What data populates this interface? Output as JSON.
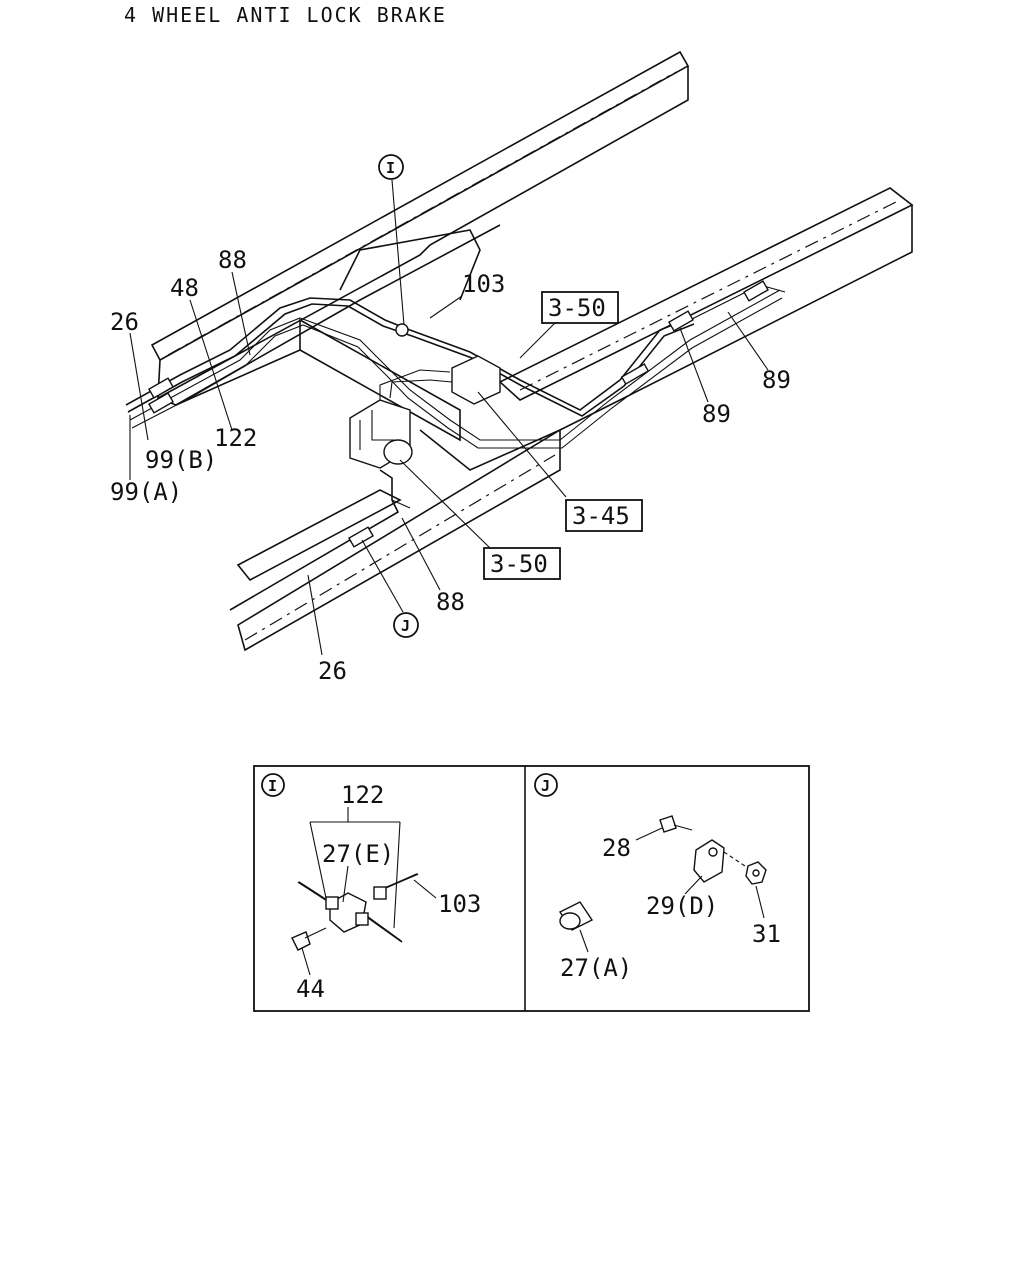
{
  "title": "4 WHEEL ANTI LOCK BRAKE",
  "main": {
    "callouts": {
      "detail_i": "I",
      "detail_j": "J",
      "p88_top": "88",
      "p48": "48",
      "p26_top": "26",
      "p103": "103",
      "p122": "122",
      "p99b": "99(B)",
      "p99a": "99(A)",
      "p89_right": "89",
      "p89_mid": "89",
      "p88_bottom": "88",
      "p26_bottom": "26"
    },
    "refs": {
      "r350_top": "3-50",
      "r345": "3-45",
      "r350_bottom": "3-50"
    }
  },
  "detail_i": {
    "marker": "I",
    "labels": {
      "p122": "122",
      "p27e": "27(E)",
      "p103": "103",
      "p44": "44"
    }
  },
  "detail_j": {
    "marker": "J",
    "labels": {
      "p28": "28",
      "p29d": "29(D)",
      "p31": "31",
      "p27a": "27(A)"
    }
  }
}
